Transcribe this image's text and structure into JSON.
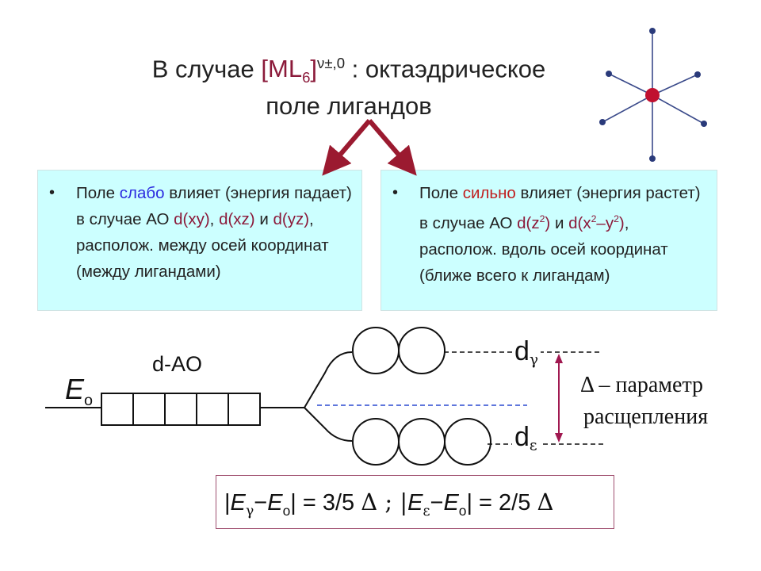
{
  "title": {
    "prefix": "В случае ",
    "complex_main": "[ML",
    "complex_sub": "6",
    "complex_close": "]",
    "complex_sup": "ν±,0",
    "suffix": " : октаэдрическое",
    "line2": "поле лигандов"
  },
  "left_box": {
    "bullet": "•",
    "t1": "Поле ",
    "weak": "слабо",
    "t2": " влияет (энергия падает) в случае АО ",
    "dxy": "d(xy)",
    "comma1": ", ",
    "dxz": "d(xz)",
    "t3": " и ",
    "dyz": "d(yz)",
    "t4": ", располож. между осей координат (между лигандами)"
  },
  "right_box": {
    "bullet": "•",
    "t1": "Поле ",
    "strong": "сильно",
    "t2": " влияет (энергия растет) в случае АО ",
    "dz2_a": "d(z",
    "dz2_sup": "2",
    "dz2_b": ")",
    "t3": " и ",
    "dx2_a": "d(x",
    "dx2_sup1": "2",
    "dx2_mid": "–y",
    "dx2_sup2": "2",
    "dx2_b": ")",
    "t4": ", располож. вдоль осей координат (ближе всего к лигандам)"
  },
  "diagram": {
    "dao_label": "d-AO",
    "eo_main": "E",
    "eo_sub": "o",
    "dg_main": "d",
    "dg_sub": "γ",
    "de_main": "d",
    "de_sub": "ε",
    "delta_label": "Δ – параметр",
    "split_label": "расщепления",
    "ao_box_count": 5,
    "upper_orbitals": 2,
    "lower_orbitals": 3
  },
  "formula": {
    "p1": "|",
    "e1": "E",
    "s1": "γ",
    "p2": "−",
    "e2": "E",
    "s2": "o",
    "p3": "| = 3/5 ",
    "d1": "Δ",
    "p4": " ; |",
    "e3": "E",
    "s3": "ε",
    "p5": "−",
    "e4": "E",
    "s4": "o",
    "p6": "| = 2/5 ",
    "d2": "Δ"
  },
  "colors": {
    "arrow": "#9b1a30",
    "ligand_node": "#2a3a7a",
    "metal_node": "#c01030",
    "box_fill": "#ccffff",
    "weak_text": "#2c2ce0",
    "strong_text": "#c02020",
    "orbital_text": "#8b1a3a",
    "dashed_mid": "#2c4ad0"
  }
}
